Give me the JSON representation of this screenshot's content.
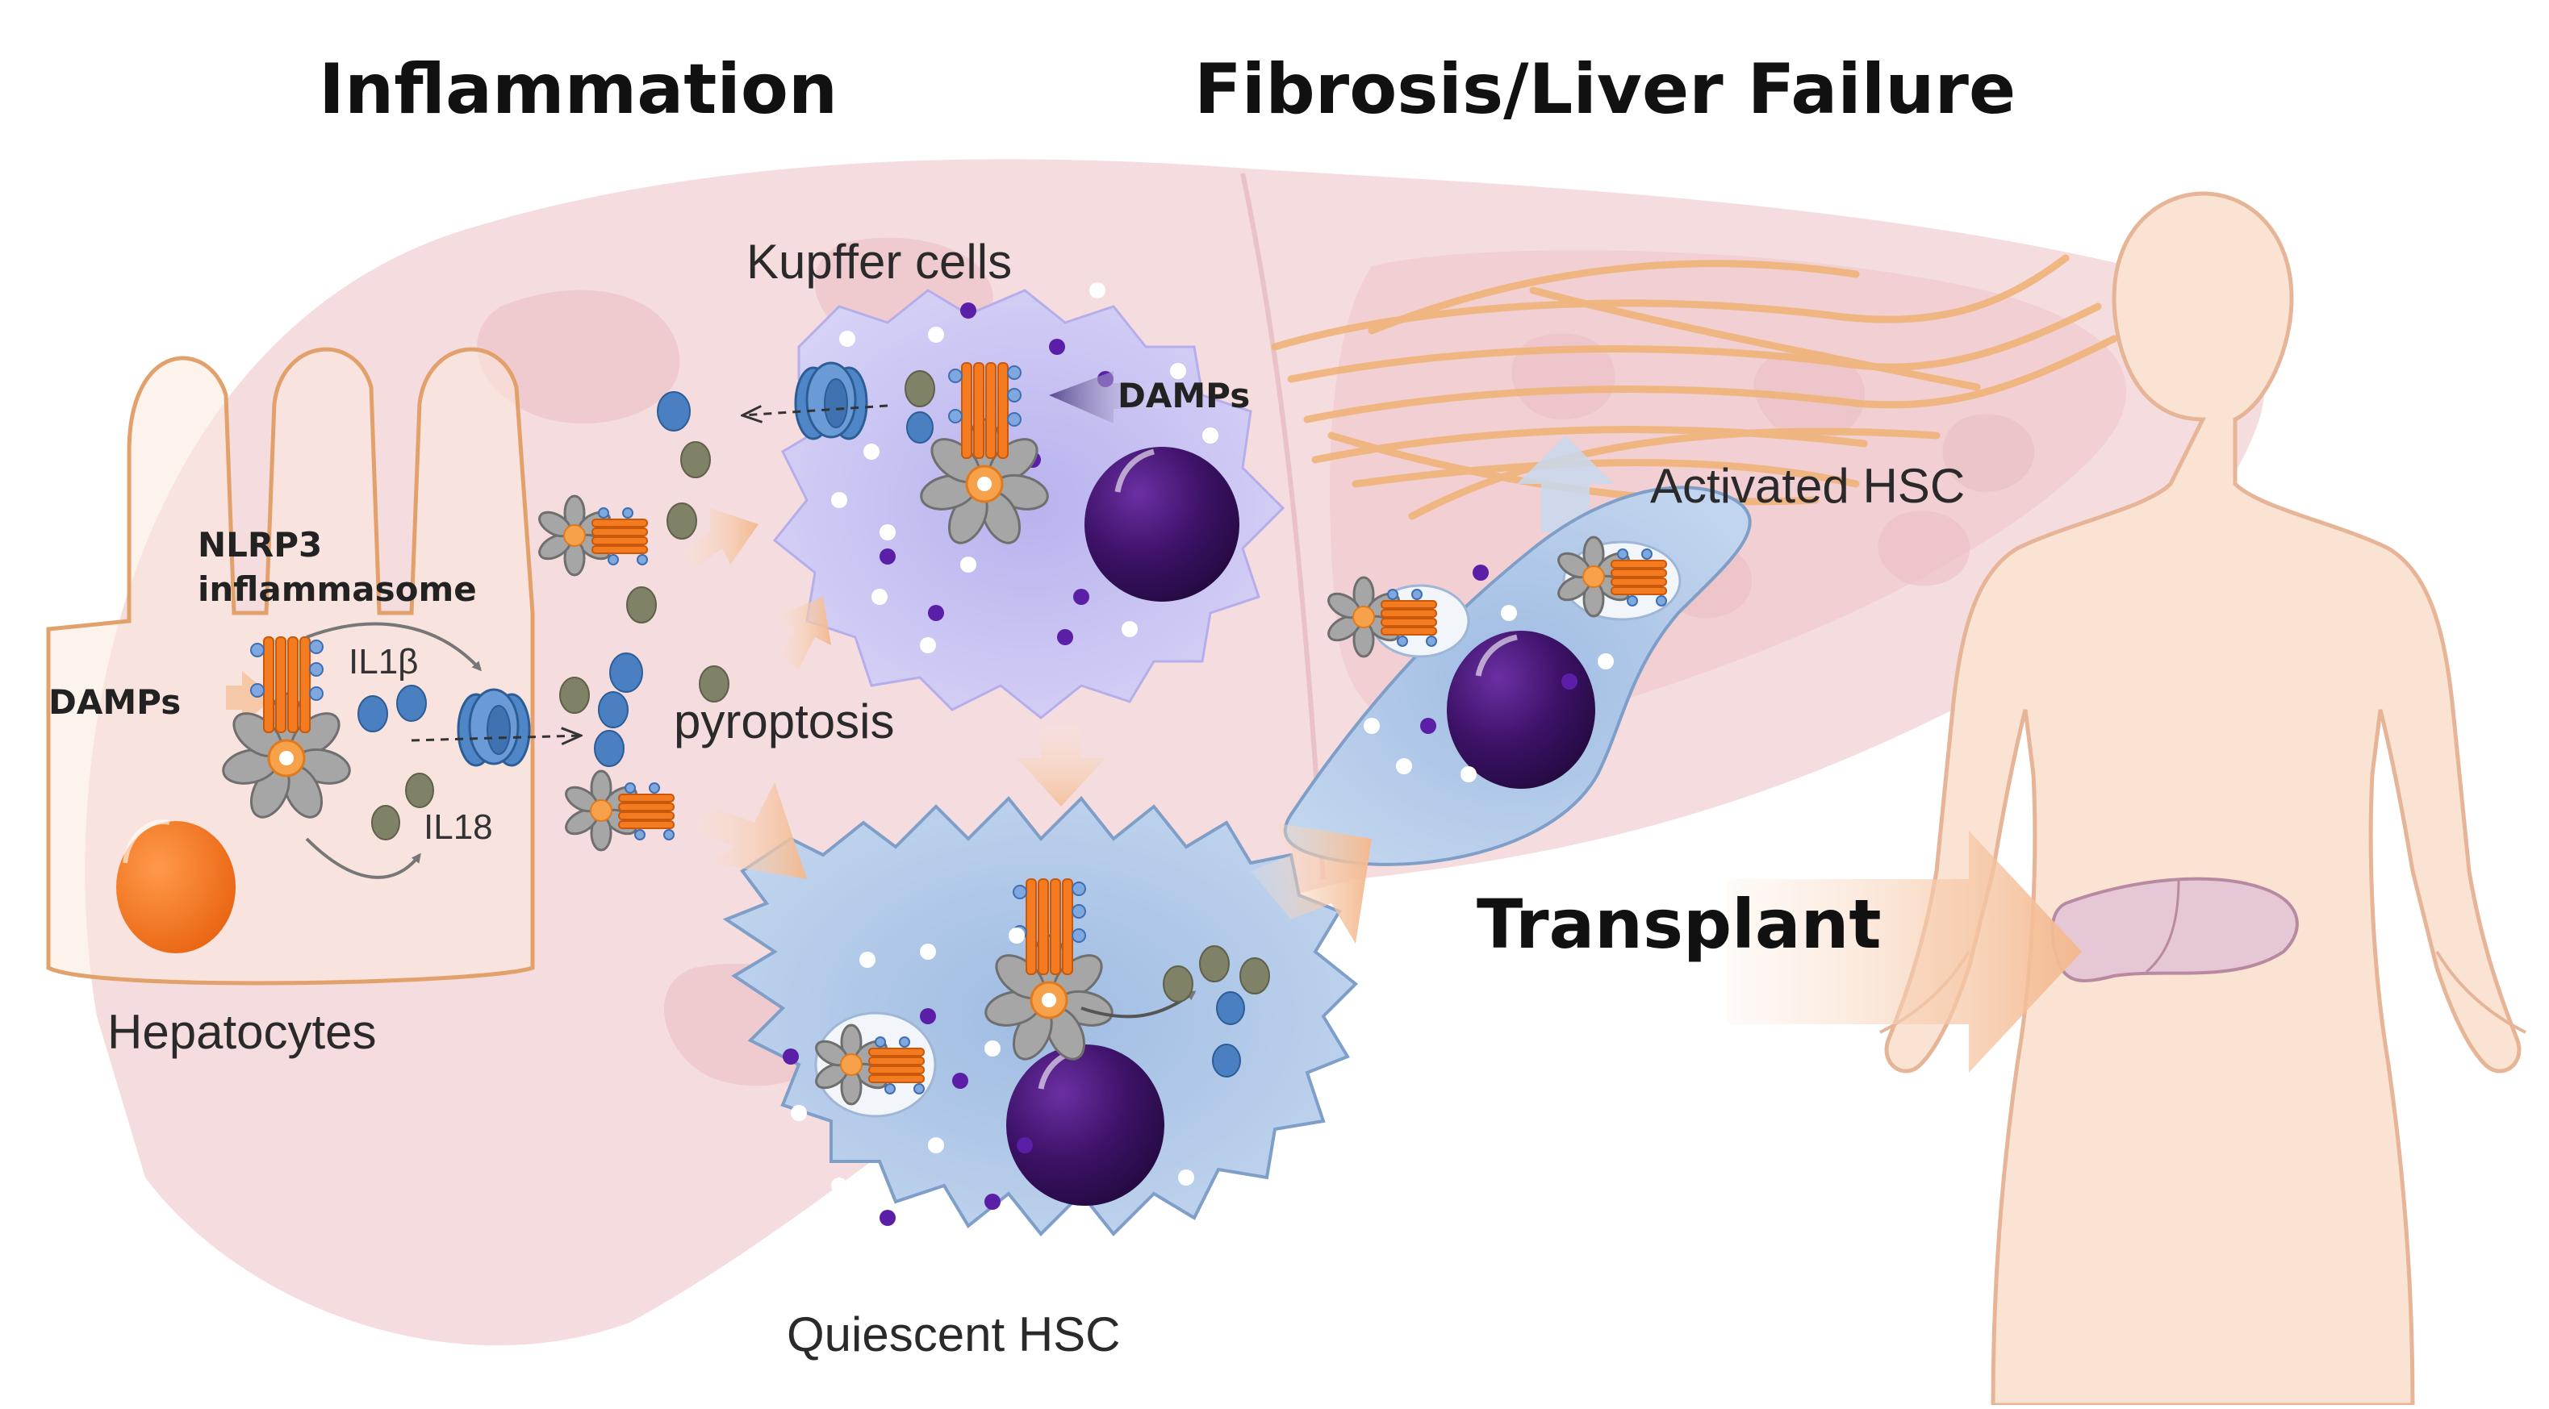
{
  "headings": {
    "inflammation": "Inflammation",
    "fibrosis": "Fibrosis/Liver Failure",
    "transplant": "Transplant"
  },
  "labels": {
    "kupffer": "Kupffer cells",
    "damps_kupffer": "DAMPs",
    "damps_hepatocyte": "DAMPs",
    "nlrp3_line1": "NLRP3",
    "nlrp3_line2": "inflammasome",
    "il1b": "IL1β",
    "il18": "IL18",
    "pyroptosis": "pyroptosis",
    "hepatocytes": "Hepatocytes",
    "activated_hsc": "Activated HSC",
    "quiescent_hsc": "Quiescent HSC"
  },
  "colors": {
    "liver_background": "#f3d6d8",
    "hepatocyte_outline": "#e2a06a",
    "nucleus_orange": "#f47b20",
    "kupffer_cell": "#c9c4f2",
    "hsc_blue": "#b7cce8",
    "nucleus_purple": "#3d1268",
    "il1b_blue": "#4a7fc1",
    "il18_olive": "#7f8266",
    "arrow_peach": "#f5c9a8",
    "fiber_orange": "#f0b47a",
    "body_skin": "#fbe3d3",
    "body_outline": "#e6b496"
  },
  "icons": [
    "nlrp3-inflammasome-icon",
    "gasdermin-pore-icon",
    "cytokine-dot-icon",
    "nucleus-icon",
    "human-body-icon",
    "liver-organ-icon",
    "collagen-fiber-icon"
  ]
}
